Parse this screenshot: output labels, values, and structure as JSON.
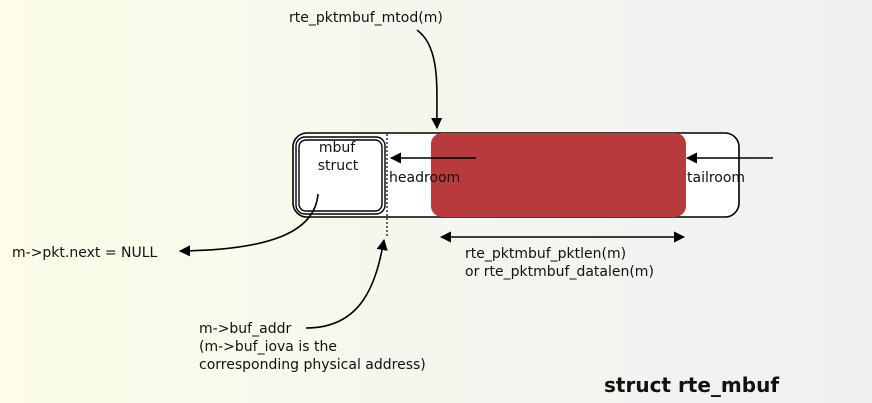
{
  "labels": {
    "mtod": "rte_pktmbuf_mtod(m)",
    "mbuf_line1": "mbuf",
    "mbuf_line2": "struct",
    "headroom": "headroom",
    "tailroom": "tailroom",
    "pktlen_line1": "rte_pktmbuf_pktlen(m)",
    "pktlen_line2": "or rte_pktmbuf_datalen(m)",
    "next": "m->pkt.next = NULL",
    "buf_addr_line1": "m->buf_addr",
    "buf_addr_line2": "(m->buf_iova is the",
    "buf_addr_line3": "corresponding physical address)",
    "title": "struct rte_mbuf"
  },
  "colors": {
    "data_region": "#b93a3c",
    "stroke": "#000000"
  }
}
